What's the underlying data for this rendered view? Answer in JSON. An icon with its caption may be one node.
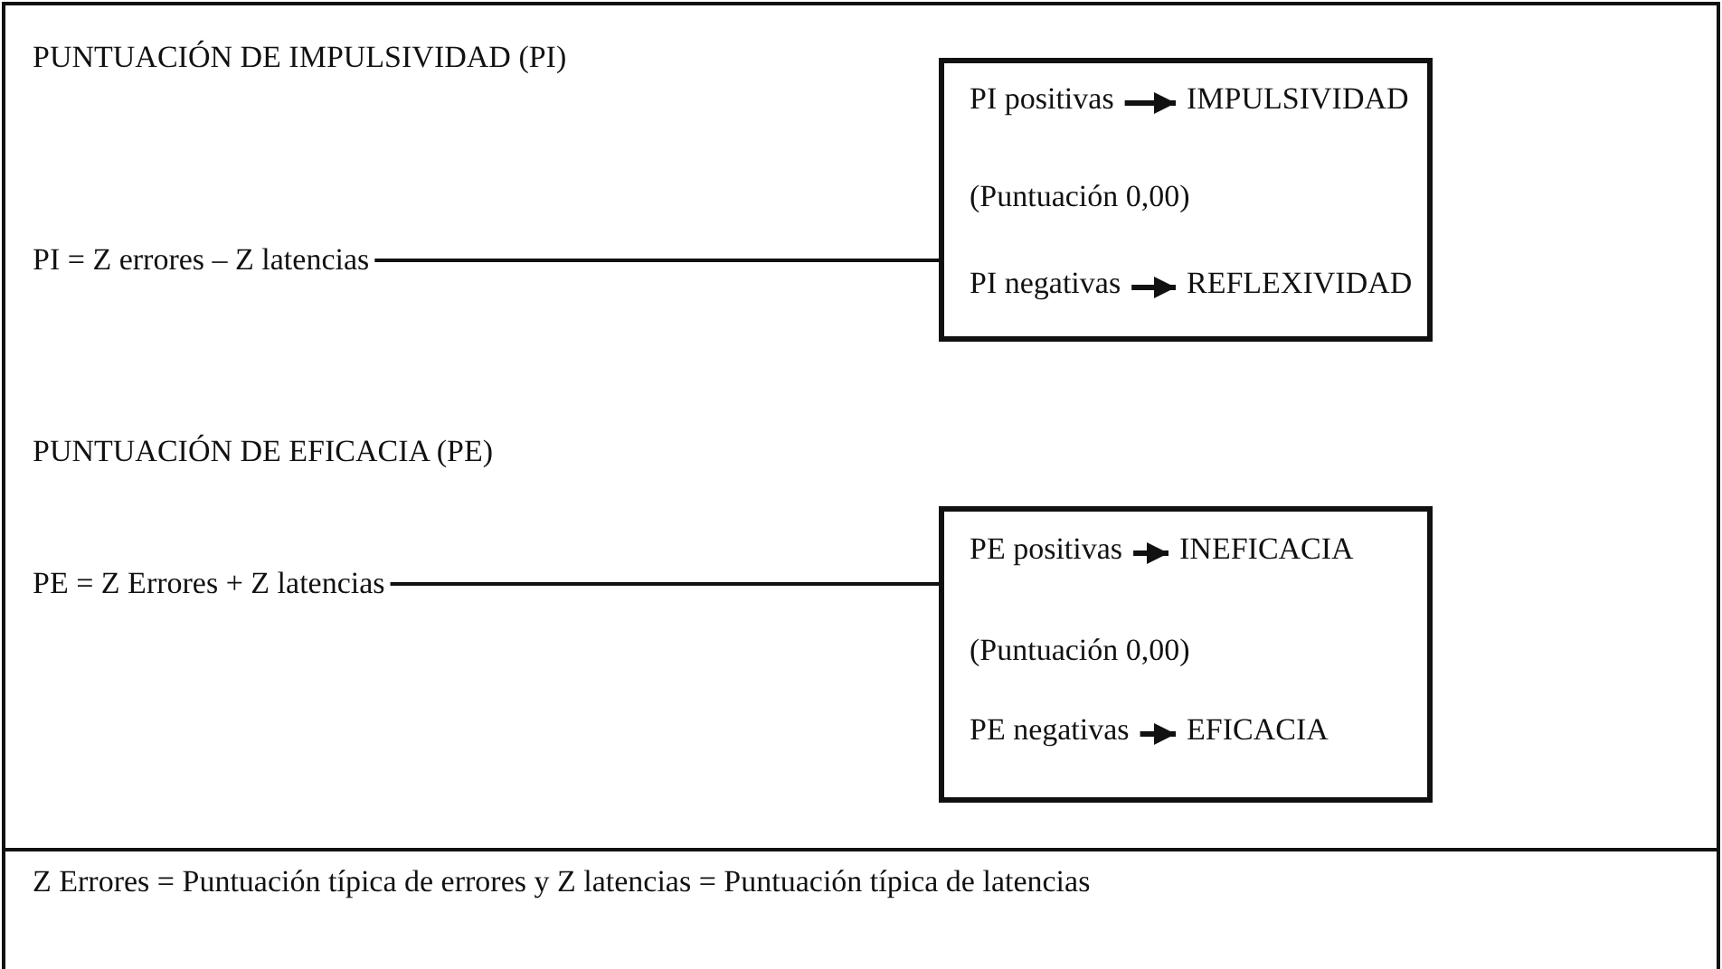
{
  "diagram": {
    "nodes": [
      {
        "text": [
          "PI = Z errores – Z latencias"
        ]
      },
      {
        "text": [
          "(Puntuación 0,00)"
        ]
      },
      {
        "text": [
          "PI positivas"
        ],
        "in": 1
      },
      {
        "text": [
          "IMPULSIVIDAD"
        ],
        "in": 1
      },
      {
        "text": [
          "PI negativas"
        ],
        "in": 1
      },
      {
        "text": [
          "REFLEXIVIDAD"
        ],
        "in": 1
      },
      {
        "text": [
          "PE = Z Errores + Z latencias"
        ]
      },
      {
        "text": [
          "(Puntuación 0,00)"
        ]
      },
      {
        "text": [
          "PE positivas"
        ],
        "in": 7
      },
      {
        "text": [
          "INEFICACIA"
        ],
        "in": 7
      },
      {
        "text": [
          "PE negativas"
        ],
        "in": 7
      },
      {
        "text": [
          "EFICACIA"
        ],
        "in": 7
      },
      {
        "text": [
          "Z Errores = Puntuación típica de errores y Z latencias = Puntuación típica de latencias"
        ]
      }
    ],
    "edges": [
      {
        "from": 0,
        "to": 1,
        "arrow": "none"
      },
      {
        "from": 2,
        "to": 3,
        "arrow": "to"
      },
      {
        "from": 4,
        "to": 5,
        "arrow": "to"
      },
      {
        "from": 6,
        "to": 7,
        "arrow": "none"
      },
      {
        "from": 8,
        "to": 9,
        "arrow": "to"
      },
      {
        "from": 10,
        "to": 11,
        "arrow": "to"
      }
    ],
    "labels": [
      "PUNTUACIÓN DE IMPULSIVIDAD (PI)",
      "PUNTUACIÓN DE EFICACIA (PE)"
    ]
  }
}
